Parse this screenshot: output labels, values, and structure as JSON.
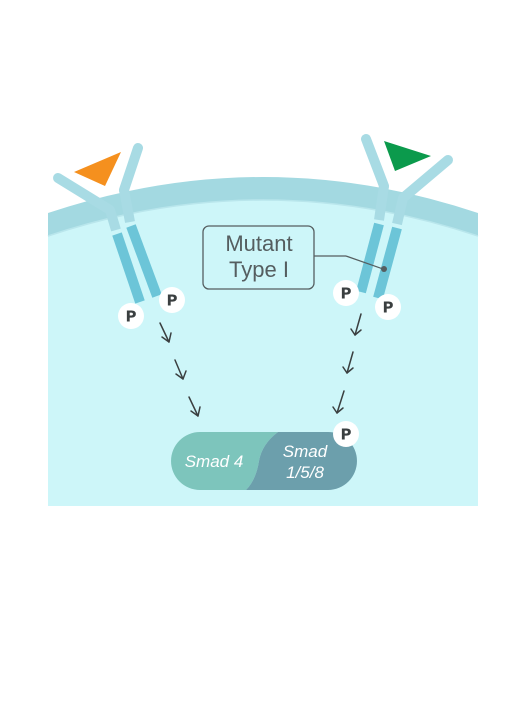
{
  "colors": {
    "cell_interior": "#cdf6f9",
    "membrane": "#a3d9e1",
    "receptor_light": "#a8dbe4",
    "receptor_dark": "#6cc5d8",
    "ligand_left": "#f5901e",
    "ligand_right": "#0b9a4c",
    "smad4_fill": "#7dc5bc",
    "smad158_fill": "#6c9fac",
    "arrow": "#3a3f40"
  },
  "icons": {
    "ligand_left": "triangle-ligand",
    "ligand_right": "triangle-ligand",
    "phosphate": "phosphate-badge"
  },
  "callout": {
    "line1": "Mutant",
    "line2": "Type I"
  },
  "phosphate_label": "P",
  "smad_left": {
    "line1": "Smad 4"
  },
  "smad_right": {
    "line1": "Smad",
    "line2": "1/5/8"
  }
}
